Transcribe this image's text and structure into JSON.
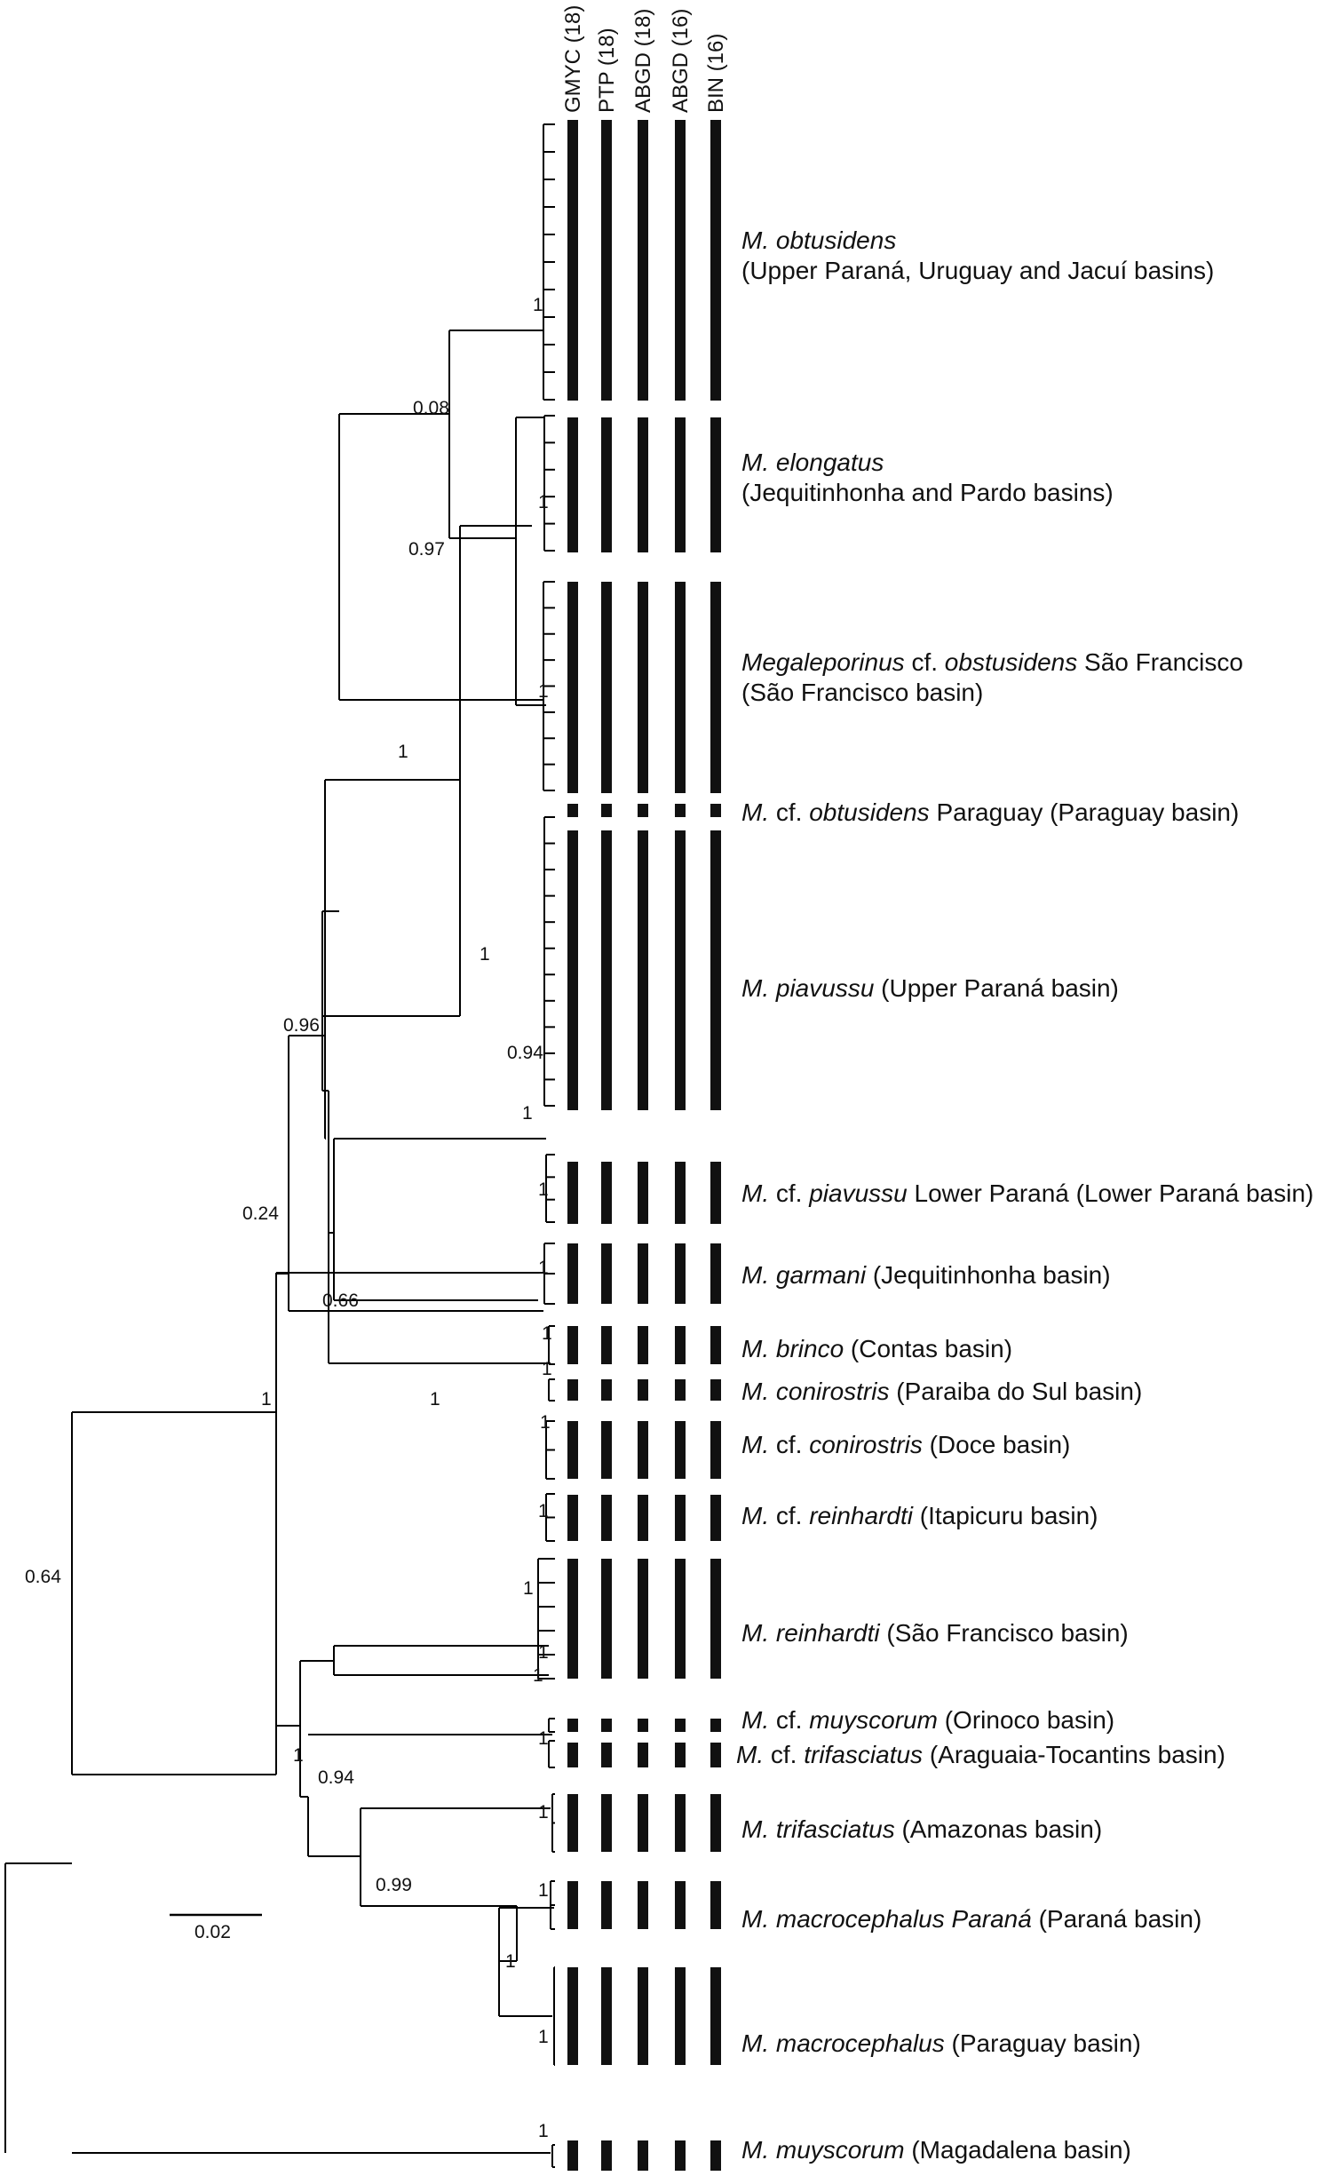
{
  "columns": [
    "GMYC (18)",
    "PTP (18)",
    "ABGD (18)",
    "ABGD (16)",
    "BIN (16)"
  ],
  "scale_label": "0.02",
  "support_values": [
    "0.08",
    "0.97",
    "1",
    "0.96",
    "0.94",
    "1",
    "0.24",
    "0.66",
    "1",
    "1",
    "0.64",
    "1",
    "1",
    "0.94",
    "0.99",
    "1",
    "1",
    "1",
    "1",
    "1",
    "1",
    "1",
    "1",
    "1",
    "1",
    "1",
    "1",
    "1",
    "1",
    "1",
    "1",
    "1",
    "1"
  ],
  "clades": [
    {
      "parts": [
        {
          "t": "M. obtusidens",
          "i": true
        }
      ],
      "line2": "(Upper Paraná, Uruguay and Jacuí basins)"
    },
    {
      "parts": [
        {
          "t": "M. elongatus",
          "i": true
        }
      ],
      "line2": "(Jequitinhonha and Pardo basins)"
    },
    {
      "parts": [
        {
          "t": "Megaleporinus",
          "i": true
        },
        {
          "t": " cf. ",
          "i": false
        },
        {
          "t": "obstusidens",
          "i": true
        },
        {
          "t": " São Francisco",
          "i": false
        }
      ],
      "line2": "(São Francisco basin)"
    },
    {
      "parts": [
        {
          "t": "M.",
          "i": true
        },
        {
          "t": " cf. ",
          "i": false
        },
        {
          "t": "obtusidens",
          "i": true
        },
        {
          "t": " Paraguay (Paraguay basin)",
          "i": false
        }
      ],
      "line2": ""
    },
    {
      "parts": [
        {
          "t": "M. piavussu",
          "i": true
        },
        {
          "t": " (Upper Paraná basin)",
          "i": false
        }
      ],
      "line2": ""
    },
    {
      "parts": [
        {
          "t": "M.",
          "i": true
        },
        {
          "t": " cf. ",
          "i": false
        },
        {
          "t": "piavussu",
          "i": true
        },
        {
          "t": " Lower Paraná (Lower Paraná basin)",
          "i": false
        }
      ],
      "line2": ""
    },
    {
      "parts": [
        {
          "t": "M. garmani",
          "i": true
        },
        {
          "t": " (Jequitinhonha basin)",
          "i": false
        }
      ],
      "line2": ""
    },
    {
      "parts": [
        {
          "t": "M. brinco",
          "i": true
        },
        {
          "t": " (Contas basin)",
          "i": false
        }
      ],
      "line2": ""
    },
    {
      "parts": [
        {
          "t": "M. conirostris",
          "i": true
        },
        {
          "t": " (Paraiba do Sul basin)",
          "i": false
        }
      ],
      "line2": ""
    },
    {
      "parts": [
        {
          "t": "M.",
          "i": true
        },
        {
          "t": " cf. ",
          "i": false
        },
        {
          "t": "conirostris",
          "i": true
        },
        {
          "t": " (Doce basin)",
          "i": false
        }
      ],
      "line2": ""
    },
    {
      "parts": [
        {
          "t": "M.",
          "i": true
        },
        {
          "t": " cf. ",
          "i": false
        },
        {
          "t": "reinhardti",
          "i": true
        },
        {
          "t": " (Itapicuru basin)",
          "i": false
        }
      ],
      "line2": ""
    },
    {
      "parts": [
        {
          "t": "M. reinhardti",
          "i": true
        },
        {
          "t": " (São Francisco basin)",
          "i": false
        }
      ],
      "line2": ""
    },
    {
      "parts": [
        {
          "t": "M.",
          "i": true
        },
        {
          "t": " cf. ",
          "i": false
        },
        {
          "t": "muyscorum",
          "i": true
        },
        {
          "t": " (Orinoco basin)",
          "i": false
        }
      ],
      "line2": ""
    },
    {
      "parts": [
        {
          "t": "M.",
          "i": true
        },
        {
          "t": " cf. ",
          "i": false
        },
        {
          "t": "trifasciatus",
          "i": true
        },
        {
          "t": " (Araguaia-Tocantins basin)",
          "i": false
        }
      ],
      "line2": ""
    },
    {
      "parts": [
        {
          "t": "M. trifasciatus",
          "i": true
        },
        {
          "t": " (Amazonas basin)",
          "i": false
        }
      ],
      "line2": ""
    },
    {
      "parts": [
        {
          "t": "M. macrocephalus Paraná",
          "i": true
        },
        {
          "t": " (Paraná basin)",
          "i": false
        }
      ],
      "line2": ""
    },
    {
      "parts": [
        {
          "t": "M. macrocephalus",
          "i": true
        },
        {
          "t": " (Paraguay basin)",
          "i": false
        }
      ],
      "line2": ""
    },
    {
      "parts": [
        {
          "t": "M. muyscorum",
          "i": true
        },
        {
          "t": " (Magadalena basin)",
          "i": false
        }
      ],
      "line2": ""
    }
  ],
  "delimitation": {
    "GMYC (18)": [
      1,
      1,
      1,
      1,
      1,
      1,
      1,
      1,
      1,
      1,
      1,
      1,
      1,
      1,
      1,
      1,
      1,
      1
    ],
    "PTP (18)": [
      1,
      1,
      1,
      1,
      1,
      1,
      1,
      1,
      1,
      1,
      1,
      1,
      1,
      1,
      1,
      1,
      1,
      1
    ],
    "ABGD (18)": [
      1,
      1,
      1,
      1,
      1,
      1,
      1,
      1,
      1,
      1,
      1,
      1,
      1,
      1,
      1,
      1,
      1,
      1
    ],
    "ABGD (16)": [
      1,
      1,
      1,
      1,
      1,
      1,
      1,
      1,
      1,
      1,
      1,
      1,
      1,
      1,
      1,
      1,
      1,
      1
    ],
    "BIN (16)": [
      1,
      1,
      1,
      1,
      1,
      1,
      1,
      1,
      1,
      1,
      1,
      1,
      1,
      1,
      1,
      1,
      1,
      1
    ]
  }
}
